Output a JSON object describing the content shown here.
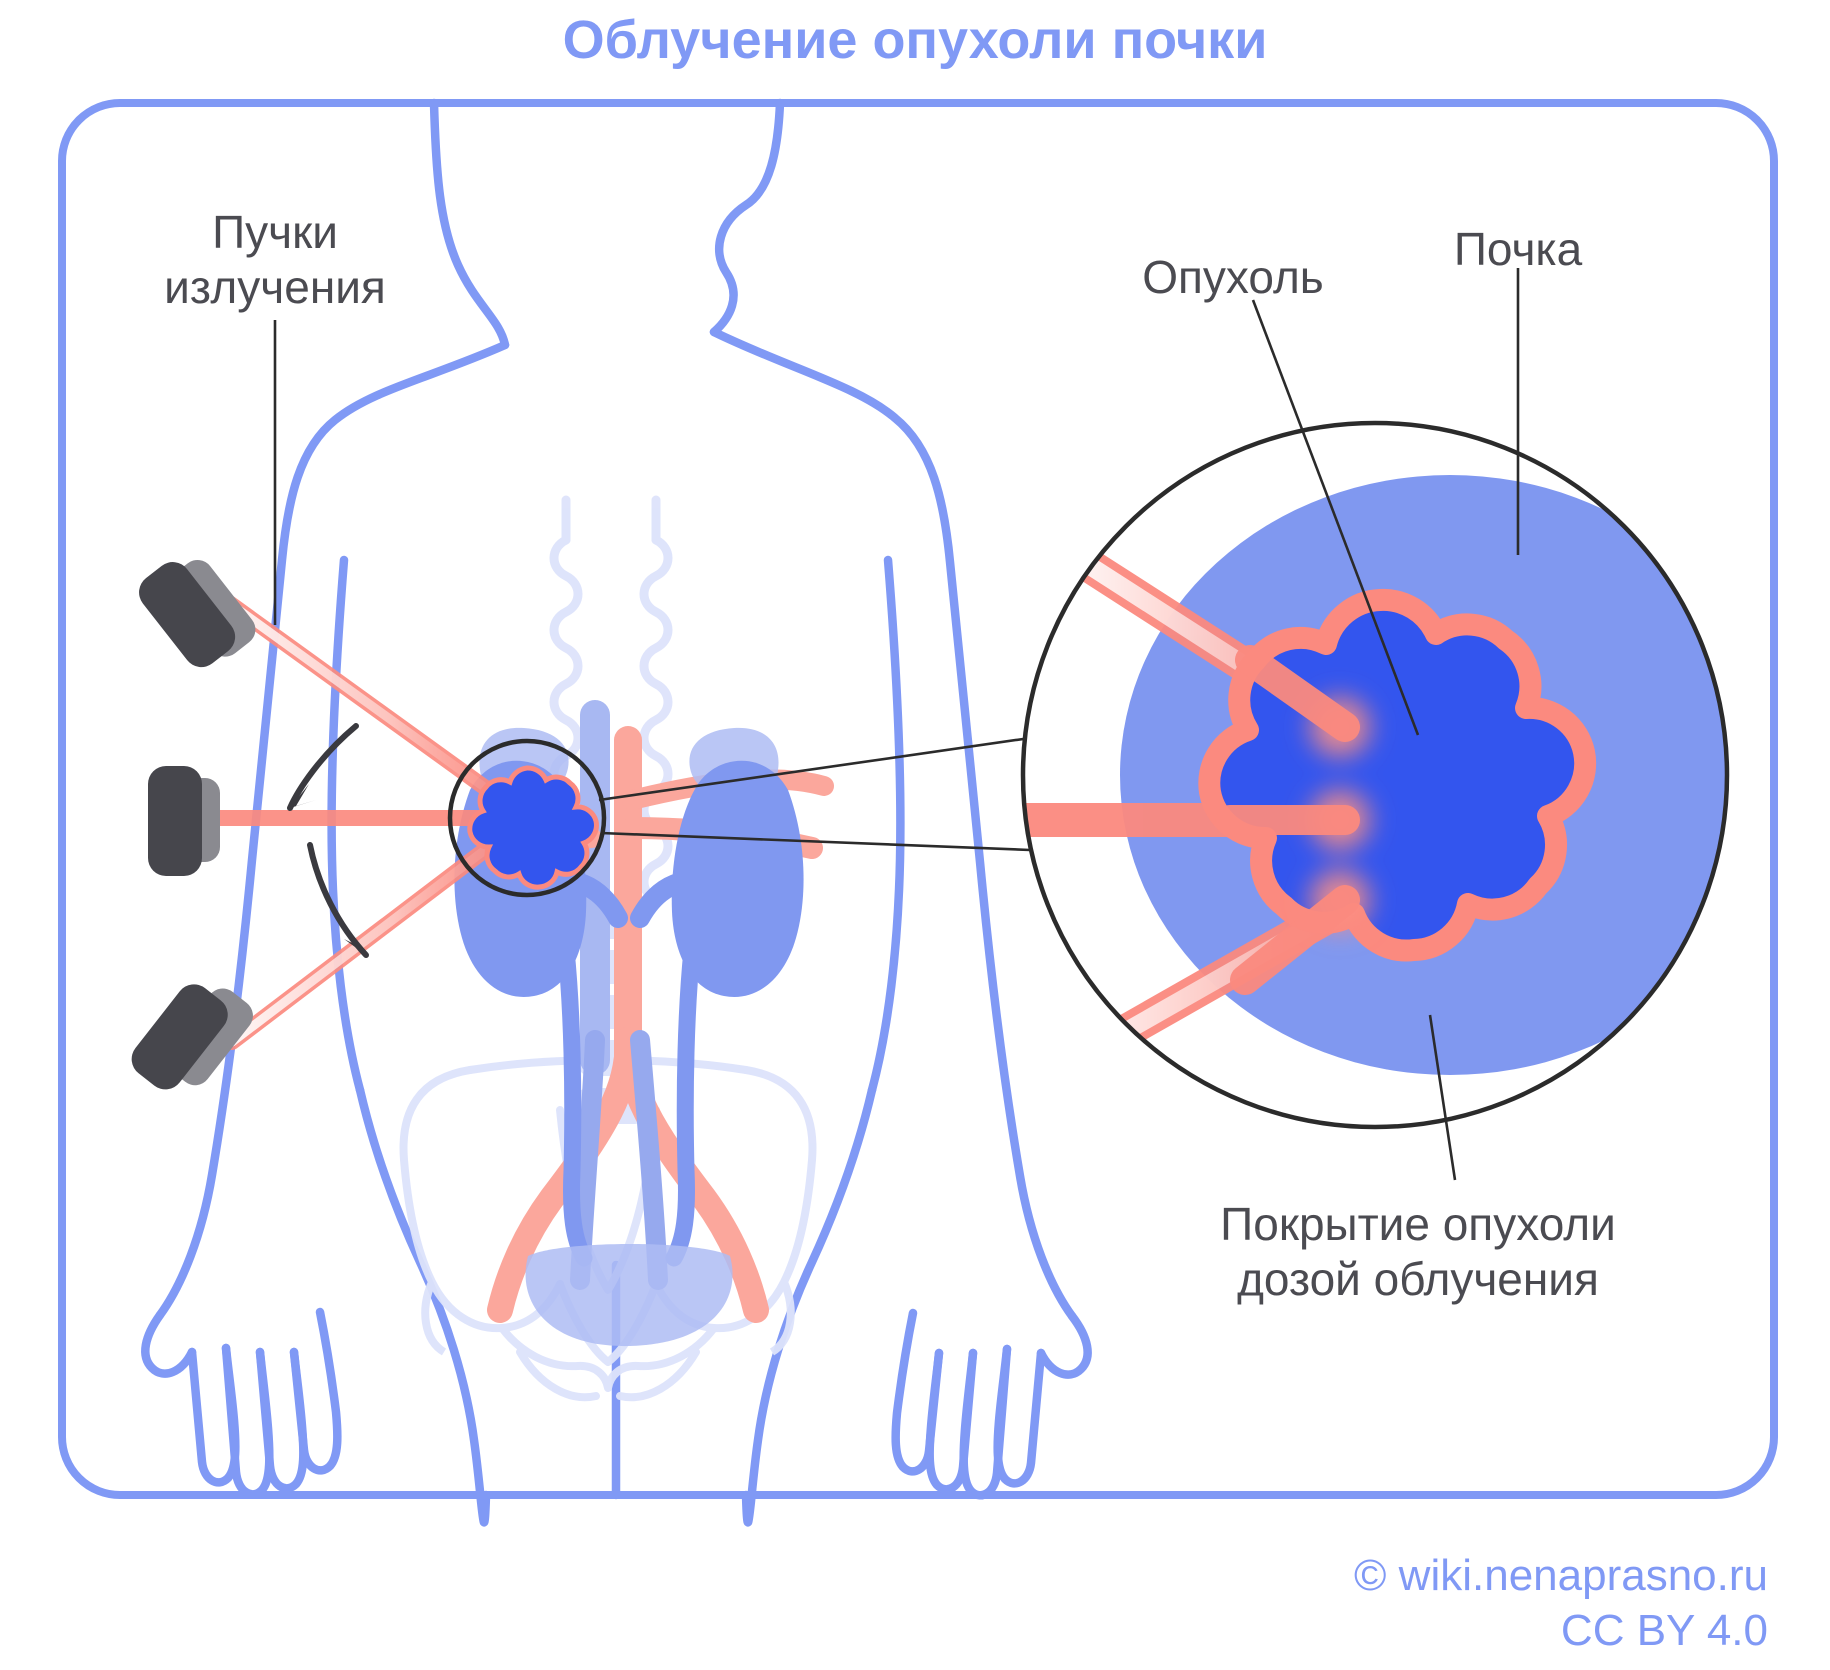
{
  "page": {
    "title": "Облучение опухоли почки",
    "background_color": "#ffffff"
  },
  "colors": {
    "title_blue": "#8099f5",
    "frame_blue": "#8099f5",
    "body_outline": "#8099f5",
    "kidney_blue": "#8098f0",
    "kidney_pale": "#aebcf3",
    "tumor_blue": "#3355ee",
    "tumor_outline": "#fb8a7f",
    "beam_salmon": "#fb8a7f",
    "artery_salmon": "#fba79c",
    "vein_blue": "#96a9ee",
    "bone_pale": "#dde3fb",
    "emitter_dark": "#46464c",
    "emitter_light": "#8a8a90",
    "label_gray": "#4b4b51",
    "leader_line": "#2b2b2b"
  },
  "labels": {
    "beams": {
      "line1": "Пучки",
      "line2": "излучения"
    },
    "tumor": "Опухоль",
    "kidney": "Почка",
    "coverage": {
      "line1": "Покрытие опухоли",
      "line2": "дозой облучения"
    }
  },
  "footer": {
    "site": "© wiki.nenaprasno.ru",
    "license": "CC BY 4.0"
  },
  "diagram": {
    "type": "medical-illustration",
    "subject": "Kidney tumor radiation therapy (external beam radiotherapy)",
    "emitter_count": 3,
    "emitter_positions": [
      "upper-left",
      "middle-left",
      "lower-left"
    ],
    "beam_count": 3,
    "rotation_arrows": 2,
    "magnifier": {
      "shape": "circle",
      "shows": [
        "kidney",
        "tumor",
        "beams",
        "dose-coverage"
      ]
    },
    "anatomy_parts": [
      "body-outline",
      "spine",
      "ribs",
      "aorta",
      "vena-cava",
      "kidneys",
      "adrenal-glands",
      "ureters",
      "bladder",
      "pelvis",
      "iliac-vessels"
    ]
  }
}
